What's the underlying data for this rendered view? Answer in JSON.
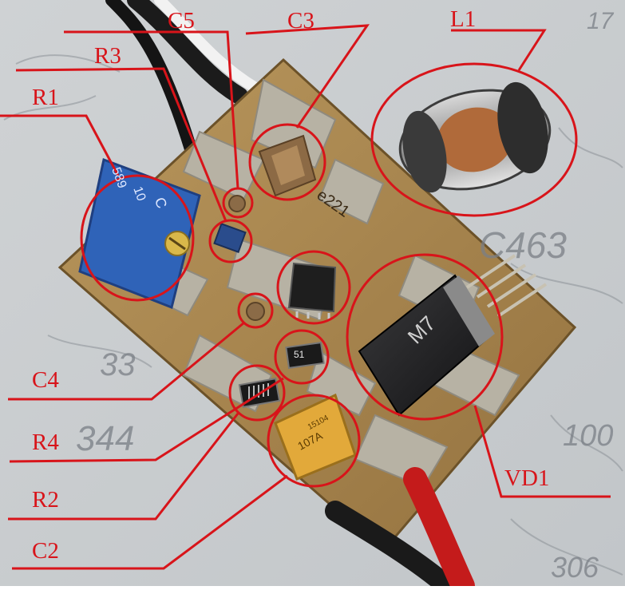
{
  "labels": {
    "c5": "C5",
    "c3": "C3",
    "l1": "L1",
    "r3": "R3",
    "r1": "R1",
    "c4": "C4",
    "r4": "R4",
    "r2": "R2",
    "c2": "C2",
    "vd1": "VD1"
  },
  "silkscreen": {
    "trimmer_top": "589",
    "trimmer_mid": "10",
    "trimmer_right": "C",
    "resistor_r4": "51",
    "resistor_r2": "",
    "tantalum_code": "107A",
    "tantalum_lot": "15104",
    "diode_code": "M7",
    "board_mark": "e221"
  },
  "handwriting": {
    "top_right": "17",
    "right_mid": "C463",
    "left_mid": "33",
    "left_low": "344",
    "right_low": "100",
    "bottom_right": "306"
  },
  "colors": {
    "annotation": "#d8141a",
    "pcb": "#a7854e",
    "copper": "#b9b4a6",
    "trimmer": "#2f63b8"
  }
}
